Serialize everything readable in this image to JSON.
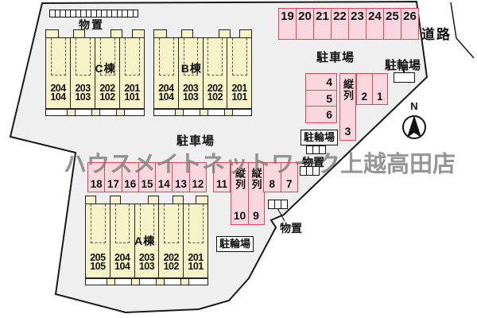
{
  "watermark": "ハウスメイトネットワーク上越高田店",
  "labels": {
    "road": "道路",
    "parking": "駐車場",
    "storage": "物置",
    "bicycle": "駐輪場",
    "tandem": "縦列",
    "north": "N"
  },
  "buildings": [
    {
      "name": "C棟",
      "units": [
        {
          "upper": "204",
          "lower": "104"
        },
        {
          "upper": "203",
          "lower": "103"
        },
        {
          "upper": "202",
          "lower": "102"
        },
        {
          "upper": "201",
          "lower": "101"
        }
      ]
    },
    {
      "name": "B棟",
      "units": [
        {
          "upper": "204",
          "lower": "104"
        },
        {
          "upper": "203",
          "lower": "103"
        },
        {
          "upper": "202",
          "lower": "102"
        },
        {
          "upper": "201",
          "lower": "101"
        }
      ]
    },
    {
      "name": "A棟",
      "units": [
        {
          "upper": "205",
          "lower": "105"
        },
        {
          "upper": "204",
          "lower": "104"
        },
        {
          "upper": "203",
          "lower": "103"
        },
        {
          "upper": "202",
          "lower": "102"
        },
        {
          "upper": "201",
          "lower": "101"
        }
      ]
    }
  ],
  "parking": {
    "row_top": [
      "19",
      "20",
      "21",
      "22",
      "23",
      "24",
      "25",
      "26"
    ],
    "row_mid": [
      "18",
      "17",
      "16",
      "15",
      "14",
      "13",
      "12"
    ],
    "space_11": "11",
    "tandem_cols_mid": [
      "10",
      "9"
    ],
    "pair_mid": [
      "8",
      "7"
    ],
    "stack_right": [
      "4",
      "5",
      "6"
    ],
    "tandem_col_right": "3",
    "pair_right": [
      "2",
      "1"
    ]
  },
  "colors": {
    "space_fill": "#f8d7de",
    "space_border": "#e04858",
    "building_fill": "#f7f2c8",
    "site_fill": "#efefef",
    "watermark_gray": "#7d7d7d"
  }
}
